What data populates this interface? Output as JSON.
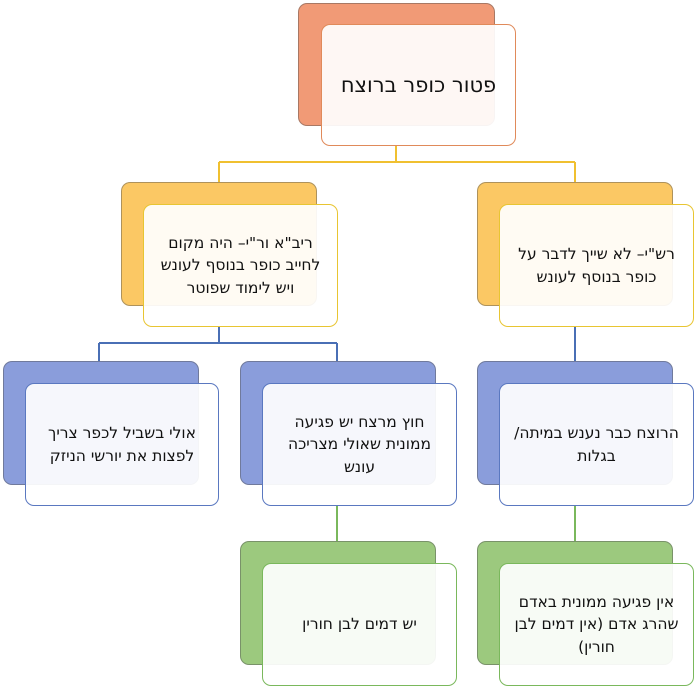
{
  "colors": {
    "root_back": "#f19a76",
    "root_border": "#e08a5a",
    "yellow_back": "#fbc864",
    "yellow_border": "#e8c532",
    "yellow_line": "#f0c030",
    "blue_back": "#8a9ddb",
    "blue_border": "#5a78c0",
    "blue_line": "#4a6fb5",
    "green_back": "#9cc97e",
    "green_border": "#7ab85c",
    "green_line": "#7ab85c"
  },
  "nodes": {
    "root": "פטור כופר ברוצח",
    "rashi": "רש\"י– לא שייך לדבר על כופר בנוסף לעונש",
    "riva": "ריב\"א ור\"י– היה מקום לחייב כופר בנוסף לעונש ויש לימוד שפוטר",
    "already_punished": "הרוצח כבר נענש במיתה/ בגלות",
    "except_murderer": "חוץ מרצח יש פגיעה ממונית שאולי מצריכה עונש",
    "maybe_compensate": "אולי בשביל לכפר צריך לפצות את יורשי הניזק",
    "no_monetary_harm": "אין פגיעה ממונית באדם שהרג אדם (אין דמים לבן חורין)",
    "has_blood_value": "יש דמים לבן חורין"
  }
}
